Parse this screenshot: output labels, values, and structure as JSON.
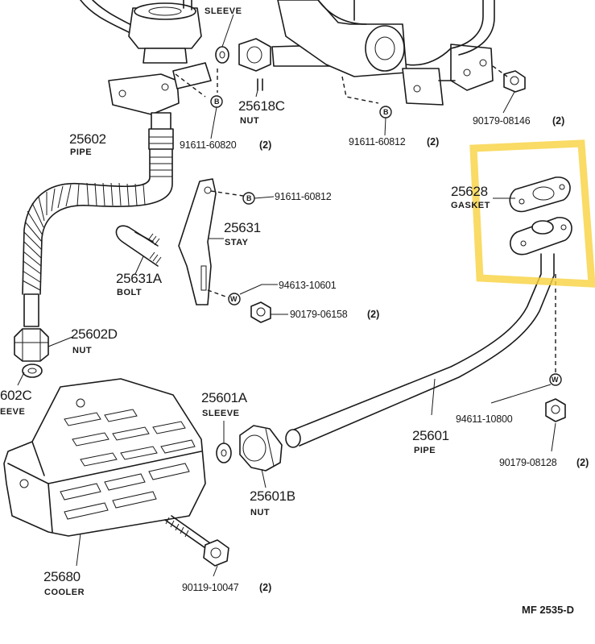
{
  "diagram": {
    "code": "MF  2535-D",
    "parts": [
      {
        "id": "p25602",
        "number": "25602",
        "name": "PIPE"
      },
      {
        "id": "p25618c",
        "number": "25618C",
        "name": "NUT"
      },
      {
        "id": "p25631",
        "number": "25631",
        "name": "STAY"
      },
      {
        "id": "p25631a",
        "number": "25631A",
        "name": "BOLT"
      },
      {
        "id": "p25602d",
        "number": "25602D",
        "name": "NUT"
      },
      {
        "id": "p25602c",
        "number": "602C",
        "name": "EEVE"
      },
      {
        "id": "p25628",
        "number": "25628",
        "name": "GASKET"
      },
      {
        "id": "p25601a",
        "number": "25601A",
        "name": "SLEEVE"
      },
      {
        "id": "p25601",
        "number": "25601",
        "name": "PIPE"
      },
      {
        "id": "p25601b",
        "number": "25601B",
        "name": "NUT"
      },
      {
        "id": "p25680",
        "number": "25680",
        "name": "COOLER"
      },
      {
        "id": "ptop",
        "number": "",
        "name": "SLEEVE"
      }
    ],
    "refs": [
      {
        "id": "r1",
        "number": "91611-60820",
        "qty": "(2)"
      },
      {
        "id": "r2",
        "number": "91611-60812",
        "qty": "(2)"
      },
      {
        "id": "r3",
        "number": "90179-08146",
        "qty": "(2)"
      },
      {
        "id": "r4",
        "number": "91611-60812",
        "qty": ""
      },
      {
        "id": "r5",
        "number": "94613-10601",
        "qty": ""
      },
      {
        "id": "r6",
        "number": "90179-06158",
        "qty": "(2)"
      },
      {
        "id": "r7",
        "number": "94611-10800",
        "qty": ""
      },
      {
        "id": "r8",
        "number": "90179-08128",
        "qty": "(2)"
      },
      {
        "id": "r9",
        "number": "90119-10047",
        "qty": "(2)"
      }
    ],
    "symbols": {
      "bolt": "B",
      "washer": "W"
    },
    "highlight_color": "#f7d23e"
  }
}
